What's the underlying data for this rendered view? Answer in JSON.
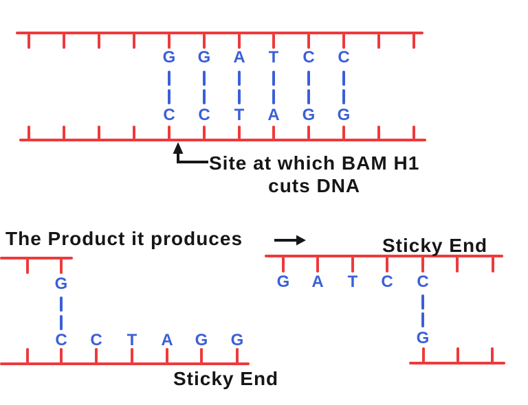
{
  "colors": {
    "backbone_red": "#ee3a3c",
    "base_blue": "#3c5fd7",
    "text_black": "#161616"
  },
  "top_duplex": {
    "top_sequence": [
      "G",
      "G",
      "A",
      "T",
      "C",
      "C"
    ],
    "bottom_sequence": [
      "C",
      "C",
      "T",
      "A",
      "G",
      "G"
    ]
  },
  "left_product": {
    "top_overhang": [
      "G"
    ],
    "bottom_sequence": [
      "C",
      "C",
      "T",
      "A",
      "G",
      "G"
    ]
  },
  "right_product": {
    "top_sequence": [
      "G",
      "A",
      "T",
      "C",
      "C"
    ],
    "bottom_overhang": [
      "G"
    ]
  },
  "labels": {
    "cut_site_line1": "Site at which BAM H1",
    "cut_site_line2": "cuts DNA",
    "product": "The Product it produces",
    "sticky_end_left": "Sticky End",
    "sticky_end_right": "Sticky End"
  }
}
